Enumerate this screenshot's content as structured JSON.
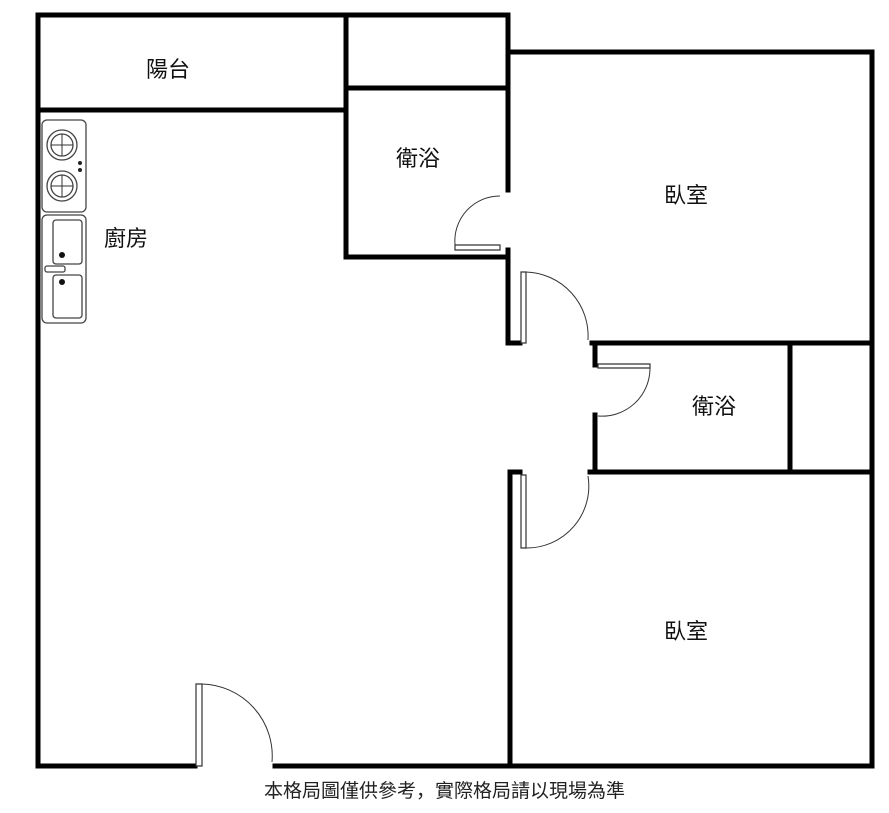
{
  "rooms": {
    "balcony": "陽台",
    "kitchen": "廚房",
    "bathroom_1": "衛浴",
    "bedroom_1": "臥室",
    "bathroom_2": "衛浴",
    "bedroom_2": "臥室"
  },
  "disclaimer": "本格局圖僅供參考，實際格局請以現場為準"
}
